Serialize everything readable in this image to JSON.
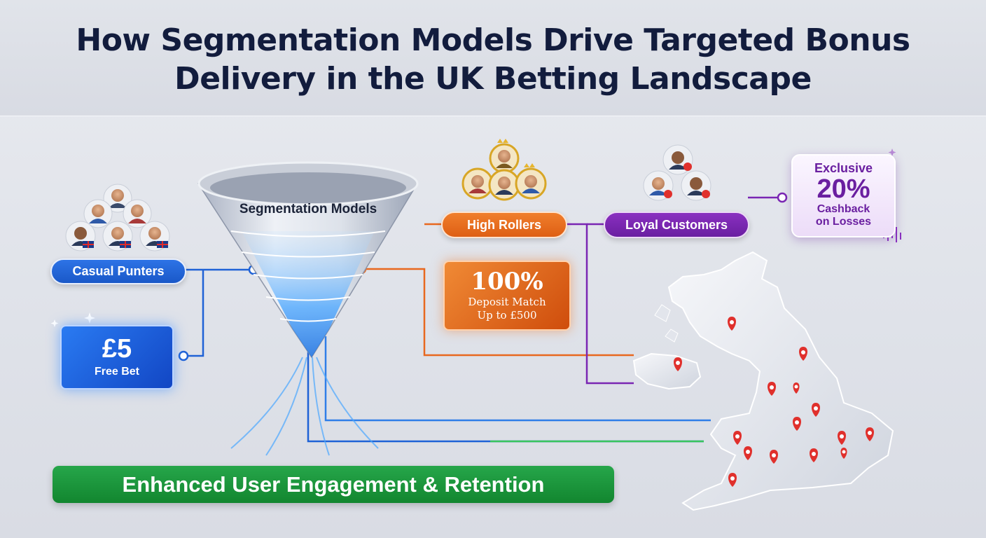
{
  "title": {
    "line1": "How Segmentation Models Drive Targeted Bonus",
    "line2": "Delivery in the UK Betting Landscape"
  },
  "funnel": {
    "label": "Segmentation Models"
  },
  "segments": {
    "casual": {
      "label": "Casual Punters",
      "color": "#1f62d6"
    },
    "high_rollers": {
      "label": "High Rollers",
      "color": "#e8681f"
    },
    "loyal": {
      "label": "Loyal Customers",
      "color": "#7a26b3"
    }
  },
  "offers": {
    "free_bet": {
      "amount": "£5",
      "text": "Free Bet"
    },
    "deposit_match": {
      "amount": "100%",
      "line1": "Deposit Match",
      "line2": "Up to £500"
    },
    "cashback": {
      "line1": "Exclusive",
      "amount": "20%",
      "line2": "Cashback",
      "line3": "on Losses"
    }
  },
  "outcome": {
    "label": "Enhanced User Engagement & Retention",
    "color": "#1b9a3e"
  },
  "icons": [
    "user-group-icon",
    "crown-icon",
    "heart-badge-icon",
    "map-pin-icon",
    "sparkle-icon",
    "uk-map-icon"
  ]
}
